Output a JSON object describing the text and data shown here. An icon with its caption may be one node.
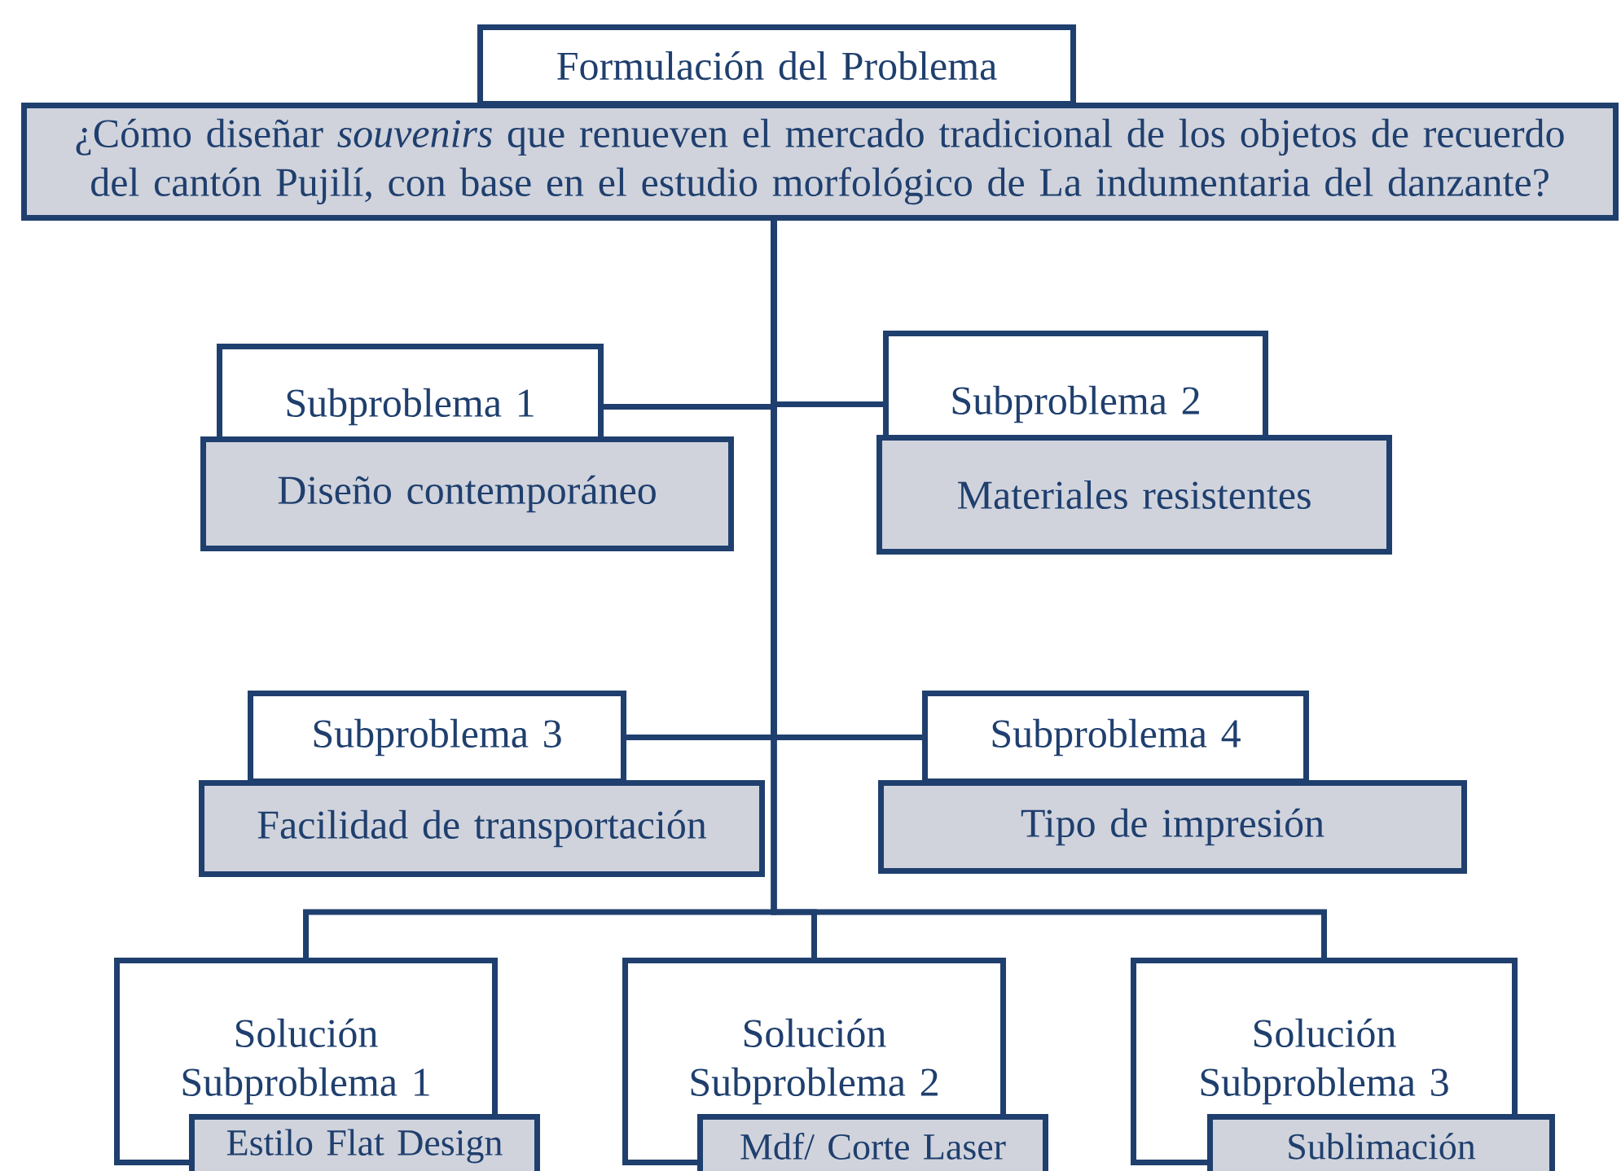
{
  "diagram": {
    "nodes": [
      {
        "text": [
          "Formulación del Problema",
          "¿Cómo diseñar *souvenirs* que renueven el mercado tradicional de los objetos de recuerdo del cantón Pujilí, con base en el estudio morfológico de La indumentaria del danzante?"
        ]
      },
      {
        "text": [
          "Subproblema 1",
          "Diseño contemporáneo"
        ]
      },
      {
        "text": [
          "Subproblema 2",
          "Materiales resistentes"
        ]
      },
      {
        "text": [
          "Subproblema 3",
          "Facilidad de transportación"
        ]
      },
      {
        "text": [
          "Subproblema 4",
          "Tipo de impresión"
        ]
      },
      {
        "text": [
          "Solución Subproblema 1",
          "Estilo Flat Design"
        ]
      },
      {
        "text": [
          "Solución Subproblema 2",
          "Mdf/ Corte Laser"
        ]
      },
      {
        "text": [
          "Solución Subproblema 3",
          "Sublimación"
        ]
      }
    ],
    "edges": [
      {
        "from": 0,
        "to": 1,
        "arrow": "none"
      },
      {
        "from": 0,
        "to": 2,
        "arrow": "none"
      },
      {
        "from": 0,
        "to": 3,
        "arrow": "none"
      },
      {
        "from": 0,
        "to": 4,
        "arrow": "none"
      },
      {
        "from": 0,
        "to": 5,
        "arrow": "none"
      },
      {
        "from": 0,
        "to": 6,
        "arrow": "none"
      },
      {
        "from": 0,
        "to": 7,
        "arrow": "none"
      }
    ]
  }
}
